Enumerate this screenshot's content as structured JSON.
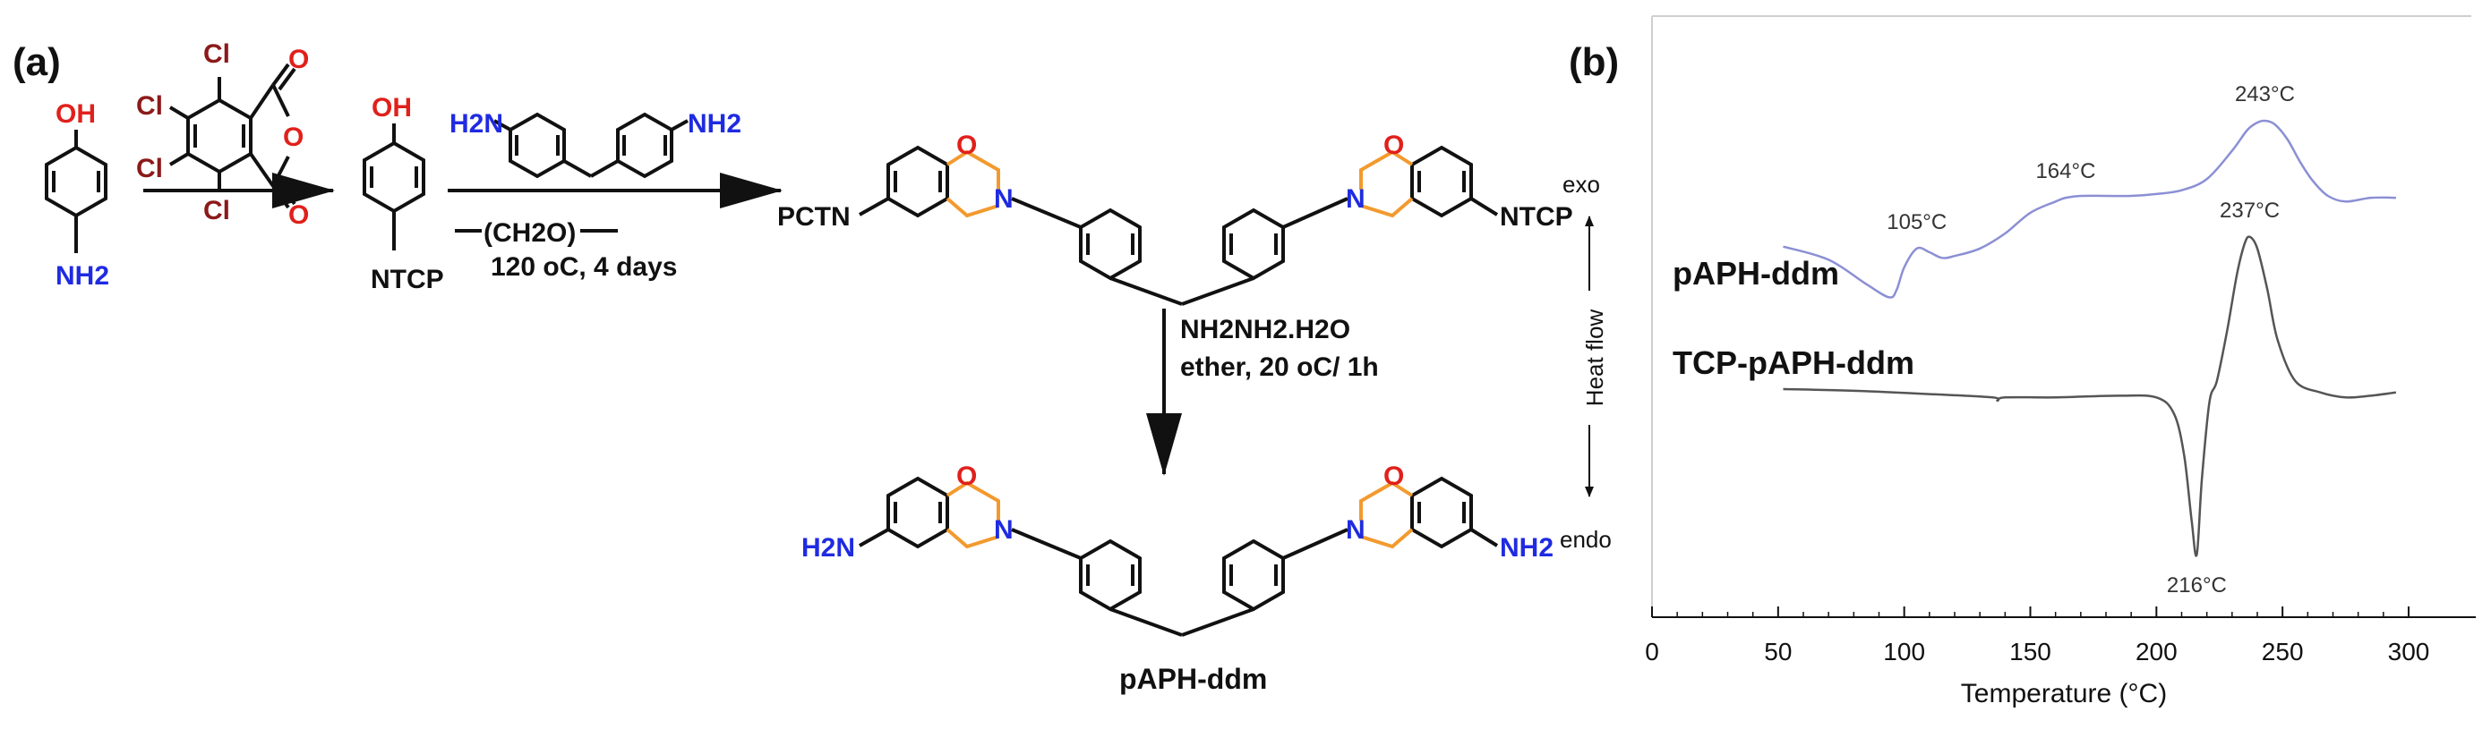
{
  "panels": {
    "a_label": "(a)",
    "b_label": "(b)"
  },
  "scheme": {
    "reactant_oh": "OH",
    "reactant_nh2": "NH2",
    "anhydride_cl": [
      "Cl",
      "Cl",
      "Cl",
      "Cl"
    ],
    "anhydride_o": [
      "O",
      "O",
      "O"
    ],
    "intermediate_oh": "OH",
    "intermediate_sub": "NTCP",
    "ddm_nh2_left": "H2N",
    "ddm_nh2_right": "NH2",
    "reagent_formaldehyde": "(CH2O)",
    "conditions_1": "120 oC, 4 days",
    "tcp_product_left": "PCTN",
    "tcp_product_right": "NTCP",
    "oxazine_o": "O",
    "oxazine_n": "N",
    "step2_reagent": "NH2NH2.H2O",
    "step2_conditions": "ether, 20 oC/ 1h",
    "product_left": "H2N",
    "product_right": "NH2",
    "product_name": "pAPH-ddm"
  },
  "colors": {
    "red": "#e0201b",
    "blue": "#1f2be0",
    "darkred": "#8b1a1a",
    "orange": "#f29a2e",
    "black": "#111111",
    "curve_blue": "#8b8fd4",
    "curve_gray": "#555555"
  },
  "chart_data": {
    "type": "line",
    "xlabel": "Temperature (°C)",
    "ylabel": "Heat flow",
    "y_top_label": "exo",
    "y_bottom_label": "endo",
    "xlim": [
      0,
      300
    ],
    "x_ticks": [
      0,
      50,
      100,
      150,
      200,
      250,
      300
    ],
    "x_tick_labels": [
      "0",
      "50",
      "100",
      "150",
      "200",
      "250",
      "300"
    ],
    "series": [
      {
        "name": "pAPH-ddm",
        "color": "#8b8fd4",
        "x": [
          52,
          70,
          85,
          94,
          97,
          100,
          105,
          110,
          115,
          120,
          130,
          140,
          150,
          160,
          164,
          170,
          180,
          190,
          200,
          210,
          220,
          230,
          236,
          240,
          243,
          247,
          252,
          257,
          262,
          268,
          275,
          285,
          295
        ],
        "y": [
          0.33,
          0.26,
          0.13,
          0.06,
          0.1,
          0.22,
          0.32,
          0.3,
          0.27,
          0.28,
          0.32,
          0.4,
          0.51,
          0.57,
          0.59,
          0.6,
          0.6,
          0.6,
          0.61,
          0.63,
          0.69,
          0.84,
          0.95,
          0.99,
          1.0,
          0.98,
          0.9,
          0.78,
          0.68,
          0.6,
          0.57,
          0.59,
          0.59
        ]
      },
      {
        "name": "TCP-pAPH-ddm",
        "color": "#555555",
        "x": [
          52,
          80,
          110,
          135,
          137,
          140,
          160,
          185,
          200,
          207,
          211,
          214,
          216,
          218,
          221,
          224,
          228,
          232,
          235,
          237,
          240,
          244,
          248,
          255,
          265,
          275,
          285,
          295
        ],
        "y": [
          0.0,
          -0.01,
          -0.03,
          -0.05,
          -0.07,
          -0.05,
          -0.05,
          -0.04,
          -0.05,
          -0.15,
          -0.4,
          -0.8,
          -1.0,
          -0.55,
          -0.08,
          0.05,
          0.35,
          0.7,
          0.88,
          0.92,
          0.85,
          0.6,
          0.3,
          0.05,
          -0.02,
          -0.05,
          -0.04,
          -0.02
        ]
      }
    ],
    "annotations": [
      {
        "series": 0,
        "x": 105,
        "text": "105°C"
      },
      {
        "series": 0,
        "x": 164,
        "text": "164°C"
      },
      {
        "series": 0,
        "x": 243,
        "text": "243°C"
      },
      {
        "series": 1,
        "x": 237,
        "text": "237°C"
      },
      {
        "series": 1,
        "x": 216,
        "text": "216°C"
      }
    ]
  }
}
